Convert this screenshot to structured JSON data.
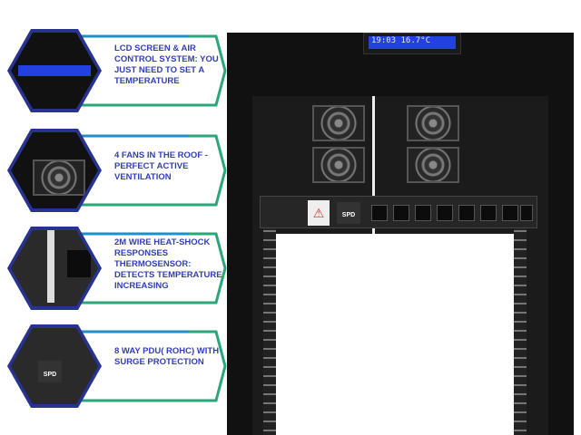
{
  "features": [
    {
      "text": "LCD SCREEN & AIR CONTROL SYSTEM: YOU JUST NEED TO SET A TEMPERATURE",
      "icon": "lcd-controller-icon"
    },
    {
      "text": "4 FANS IN THE ROOF - PERFECT ACTIVE VENTILATION",
      "icon": "fan-icon"
    },
    {
      "text": "2M WIRE HEAT-SHOCK RESPONSES THERMOSENSOR: DETECTS TEMPERATURE INCREASING",
      "icon": "thermosensor-icon"
    },
    {
      "text": "8 WAY PDU( ROHC) WITH SURGE PROTECTION",
      "icon": "pdu-icon"
    }
  ],
  "rack": {
    "lcd_reading": "19:03  16.7°C",
    "spd_label": "SPD",
    "warning": "⚠"
  },
  "colors": {
    "hex_border": "#27338f",
    "banner_outline": "#2aa67a",
    "text": "#3340b0"
  }
}
